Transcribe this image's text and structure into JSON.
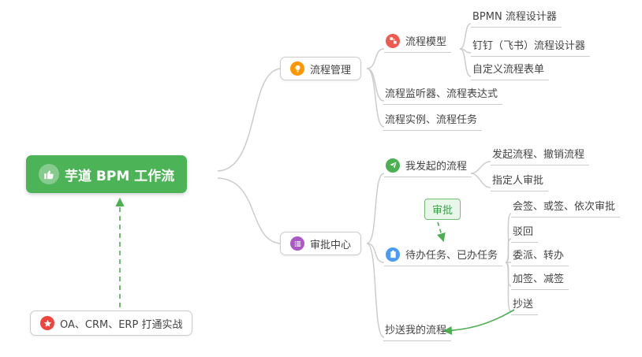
{
  "root": {
    "label": "芋道 BPM 工作流"
  },
  "nodes": {
    "process_management": "流程管理",
    "process_model": "流程模型",
    "bpmn_designer": "BPMN 流程设计器",
    "dingtalk_feishu_designer": "钉钉（飞书）流程设计器",
    "custom_form": "自定义流程表单",
    "listener_expression": "流程监听器、流程表达式",
    "instance_task": "流程实例、流程任务",
    "approval_center": "审批中心",
    "my_initiated": "我发起的流程",
    "initiate_cancel": "发起流程、撤销流程",
    "assigned_approver": "指定人审批",
    "todo_done": "待办任务、已办任务",
    "countersign": "会签、或签、依次审批",
    "reject": "驳回",
    "delegate_transfer": "委派、转办",
    "add_reduce_sign": "加签、减签",
    "cc": "抄送",
    "cc_my_process": "抄送我的流程",
    "oa_crm_erp": "OA、CRM、ERP 打通实战",
    "approval_tag": "审批"
  },
  "colors": {
    "root_bg": "#4db357",
    "branch_line": "#cccccc",
    "icon_orange": "#ff9800",
    "icon_red": "#ee5b4e",
    "icon_purple": "#ab59c4",
    "icon_green": "#4caf50",
    "icon_blue": "#4b9bf5",
    "icon_star_red": "#f0453e",
    "arrow_green": "#4caf50",
    "tag_bg": "#e9f7ea",
    "tag_border": "#6ebf74",
    "tag_text": "#3a9e44"
  }
}
